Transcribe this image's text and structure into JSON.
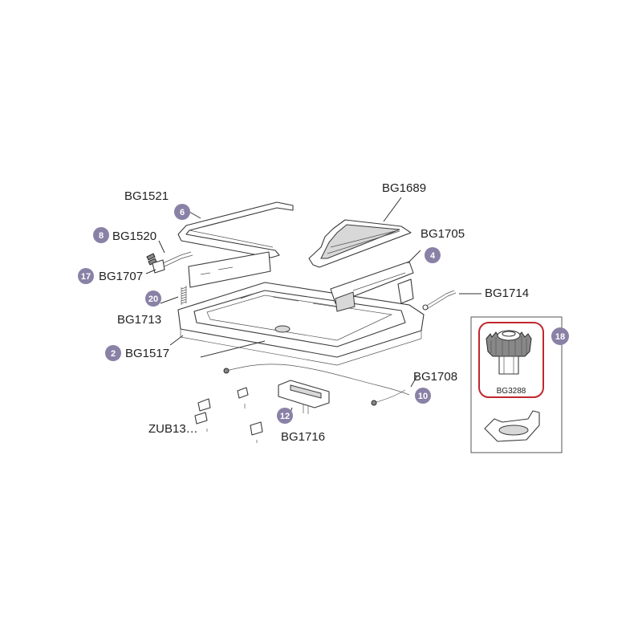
{
  "colors": {
    "badge_fill": "#8a81a6",
    "highlight_border": "#c0272d",
    "line": "#333333"
  },
  "callouts": [
    {
      "id": "c1521",
      "part": "BG1521",
      "badge": "6"
    },
    {
      "id": "c1520",
      "part": "BG1520",
      "badge": "8"
    },
    {
      "id": "c1707",
      "part": "BG1707",
      "badge": "17"
    },
    {
      "id": "c1713",
      "part": "BG1713",
      "badge": "20"
    },
    {
      "id": "c1517",
      "part": "BG1517",
      "badge": "2"
    },
    {
      "id": "c1689",
      "part": "BG1689",
      "badge": ""
    },
    {
      "id": "c1705",
      "part": "BG1705",
      "badge": "4"
    },
    {
      "id": "c1714",
      "part": "BG1714",
      "badge": ""
    },
    {
      "id": "c1708",
      "part": "BG1708",
      "badge": "10"
    },
    {
      "id": "c1716",
      "part": "BG1716",
      "badge": "12"
    },
    {
      "id": "czub",
      "part": "ZUB13…",
      "badge": ""
    }
  ],
  "inset": {
    "badge": "18",
    "highlighted_part": "BG3288"
  }
}
